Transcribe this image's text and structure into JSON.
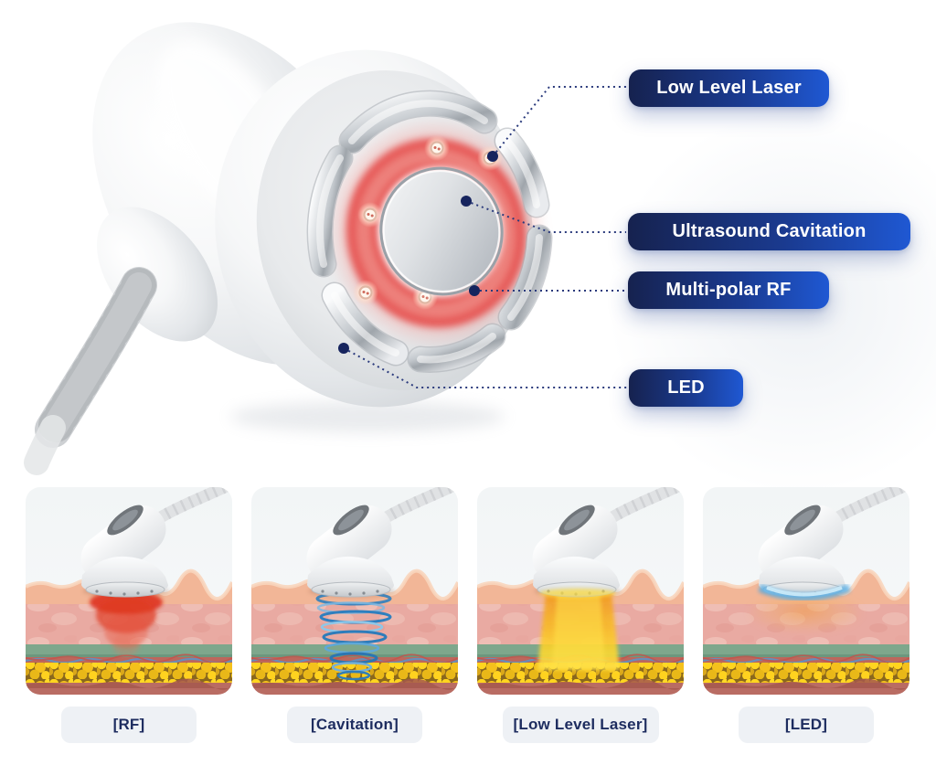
{
  "hero": {
    "callouts": [
      {
        "id": "low-level-laser",
        "label": "Low Level Laser"
      },
      {
        "id": "ultrasound-cavitation",
        "label": "Ultrasound Cavitation"
      },
      {
        "id": "multi-polar-rf",
        "label": "Multi-polar RF"
      },
      {
        "id": "led",
        "label": "LED"
      }
    ]
  },
  "panels": [
    {
      "id": "rf",
      "label": "[RF]"
    },
    {
      "id": "cavitation",
      "label": "[Cavitation]"
    },
    {
      "id": "low-level-laser",
      "label": "[Low Level Laser]"
    },
    {
      "id": "led",
      "label": "[LED]"
    }
  ],
  "colors": {
    "callout_pill_gradient_start": "#16224f",
    "callout_pill_gradient_end": "#1f58d3",
    "callout_pill_text": "#ffffff",
    "callout_line": "#2a3a7c",
    "callout_dot": "#16245e",
    "laser_ring_red": "#e65552",
    "panel_label_bg": "#eef1f5",
    "panel_label_text": "#1d2c5f",
    "skin_epidermis": "#f2b697",
    "skin_dermis": "#e9aaa2",
    "membrane_green": "#7ea78c",
    "fat_yellow": "#ffd51f",
    "muscle_red": "#b96c63",
    "rf_glow": "#dd2c15",
    "cavitation_wave": "#2f7fbe",
    "laser_beam": "#f8b824",
    "led_glow": "#5fb0e4"
  }
}
